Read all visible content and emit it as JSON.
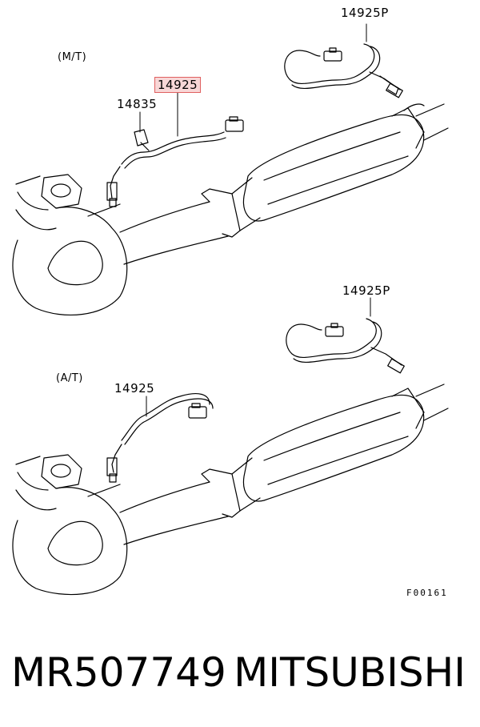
{
  "diagram": {
    "upper": {
      "variant_label": "(M/T)",
      "part_rear_sensor": "14925P",
      "part_front_sensor": "14925",
      "part_bracket": "14835"
    },
    "lower": {
      "variant_label": "(A/T)",
      "part_rear_sensor": "14925P",
      "part_front_sensor": "14925"
    },
    "figure_code": "F00161",
    "highlight_color": "#e06060"
  },
  "caption": {
    "part_number": "MR507749",
    "brand": "MITSUBISHI"
  }
}
